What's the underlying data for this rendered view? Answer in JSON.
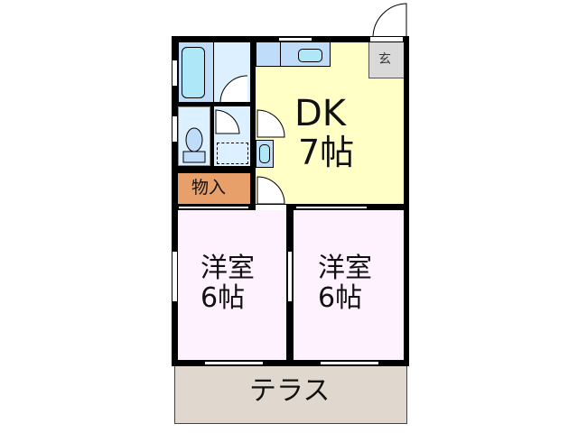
{
  "floorplan": {
    "rooms": [
      {
        "id": "dk",
        "name": "DK",
        "size": "7帖",
        "color": "#FFFFC6"
      },
      {
        "id": "western1",
        "name": "洋室",
        "size": "6帖",
        "color": "#FFF2FF"
      },
      {
        "id": "western2",
        "name": "洋室",
        "size": "6帖",
        "color": "#FFF2FF"
      },
      {
        "id": "storage",
        "name": "物入",
        "color": "#E8A06A"
      },
      {
        "id": "entrance",
        "name": "玄",
        "color": "#D9D9D9"
      },
      {
        "id": "terrace",
        "name": "テラス",
        "color": "#E0D8CF"
      },
      {
        "id": "bath",
        "color": "#DDF0FF"
      },
      {
        "id": "toilet",
        "color": "#DDF0FF"
      }
    ],
    "colors": {
      "wall": "#000000",
      "fixture": "#AEDCF6",
      "fixture_bg": "#BFDDF8"
    }
  }
}
